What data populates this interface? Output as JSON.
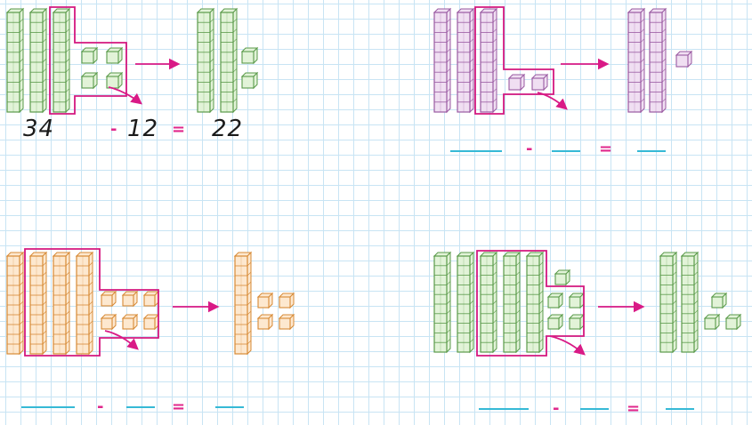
{
  "colors": {
    "grid": "#c8e4f4",
    "highlight": "#d4177f",
    "arrow": "#d91a86",
    "answer_line": "#36b9d6",
    "green_stroke": "#5a9a4a",
    "green_fill": "#e2f3d8",
    "purple_stroke": "#9a5aa2",
    "purple_fill": "#f0dff2",
    "orange_stroke": "#d78a36",
    "orange_fill": "#fde8cf"
  },
  "problems": [
    {
      "id": "p1",
      "color": "green",
      "start": {
        "tens": 3,
        "ones": 4
      },
      "take_away": {
        "tens": 1,
        "ones": 2
      },
      "result": {
        "tens": 2,
        "ones": 2
      },
      "equation": {
        "minuend": "34",
        "minus": "-",
        "subtrahend": "12",
        "equals": "=",
        "difference": "22"
      },
      "filled": true
    },
    {
      "id": "p2",
      "color": "purple",
      "start": {
        "tens": 3,
        "ones": 2
      },
      "take_away": {
        "tens": 1,
        "ones": 2
      },
      "result": {
        "tens": 2,
        "ones": 1
      },
      "equation": {
        "minuend": "",
        "minus": "-",
        "subtrahend": "",
        "equals": "=",
        "difference": ""
      },
      "filled": false
    },
    {
      "id": "p3",
      "color": "orange",
      "start": {
        "tens": 4,
        "ones": 6
      },
      "take_away": {
        "tens": 3,
        "ones": 2
      },
      "result": {
        "tens": 1,
        "ones": 4
      },
      "equation": {
        "minuend": "",
        "minus": "-",
        "subtrahend": "",
        "equals": "=",
        "difference": ""
      },
      "filled": false
    },
    {
      "id": "p4",
      "color": "green",
      "start": {
        "tens": 5,
        "ones": 5
      },
      "take_away": {
        "tens": 3,
        "ones": 2
      },
      "result": {
        "tens": 2,
        "ones": 3
      },
      "equation": {
        "minuend": "",
        "minus": "-",
        "subtrahend": "",
        "equals": "=",
        "difference": ""
      },
      "filled": false
    }
  ]
}
